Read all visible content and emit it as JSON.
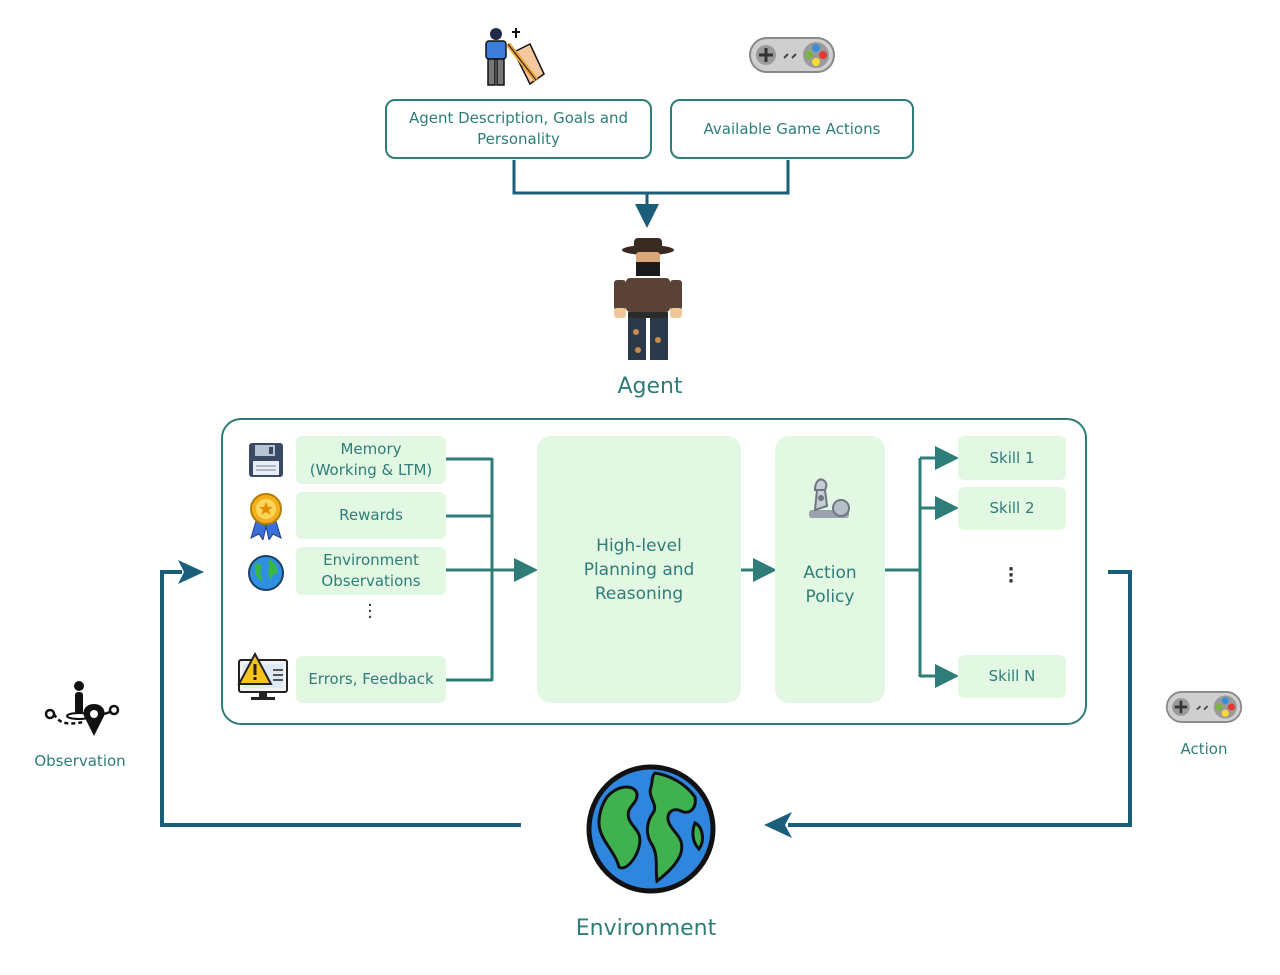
{
  "top": {
    "agent_desc": "Agent Description, Goals and Personality",
    "game_actions": "Available Game Actions"
  },
  "agent_label": "Agent",
  "inputs": {
    "memory": "Memory (Working & LTM)",
    "rewards": "Rewards",
    "env_obs": "Environment Observations",
    "errors": "Errors, Feedback"
  },
  "planning": "High-level Planning and Reasoning",
  "policy": "Action Policy",
  "skills": [
    "Skill 1",
    "Skill 2",
    "Skill N"
  ],
  "observation_label": "Observation",
  "action_label": "Action",
  "environment_label": "Environment",
  "colors": {
    "accent": "#2e7d78",
    "arrow": "#1b5e7a",
    "block_fill": "#e3f8e3"
  },
  "icons": [
    "person-tool-icon",
    "gamepad-icon",
    "agent-avatar-icon",
    "floppy-disk-icon",
    "medal-icon",
    "globe-icon",
    "warning-monitor-icon",
    "robot-arm-icon",
    "map-pin-route-icon",
    "earth-icon"
  ]
}
